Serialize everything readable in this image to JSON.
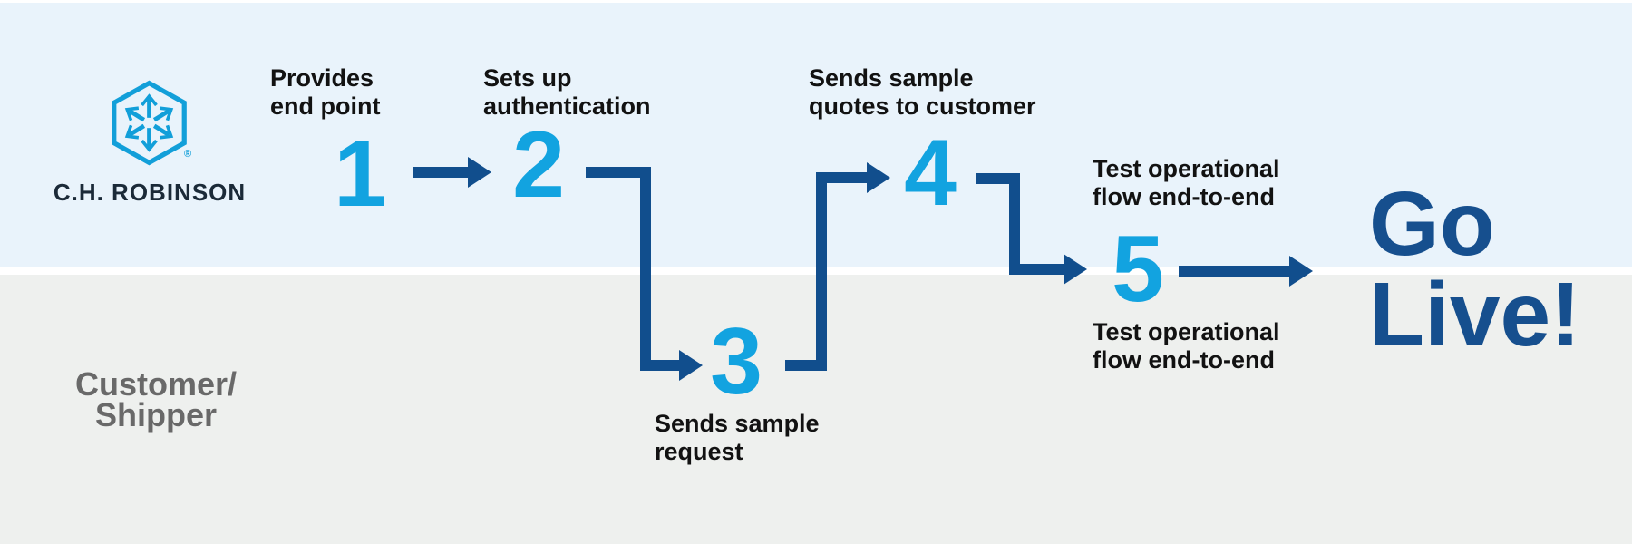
{
  "brand": {
    "wordmark": "C.H. ROBINSON",
    "registered_mark": "®"
  },
  "lanes": {
    "top": {
      "actor": "C.H. Robinson (logo)",
      "bg": "#e9f3fb"
    },
    "bottom": {
      "label_lines": [
        "Customer/",
        "Shipper"
      ],
      "bg": "#eef0ee"
    }
  },
  "steps": [
    {
      "number": "1",
      "lane": "top",
      "label": [
        "Provides",
        "end point"
      ]
    },
    {
      "number": "2",
      "lane": "top",
      "label": [
        "Sets up",
        "authentication"
      ]
    },
    {
      "number": "3",
      "lane": "bottom",
      "label": [
        "Sends sample",
        "request"
      ]
    },
    {
      "number": "4",
      "lane": "top",
      "label": [
        "Sends sample",
        "quotes to customer"
      ]
    },
    {
      "number": "5",
      "lane": "divider",
      "label_top": [
        "Test operational",
        "flow end-to-end"
      ],
      "label_bottom": [
        "Test operational",
        "flow end-to-end"
      ]
    }
  ],
  "finale": {
    "line1": "Go",
    "line2": "Live!"
  },
  "colors": {
    "lane_top_bg": "#e9f3fb",
    "lane_bottom_bg": "#eef0ee",
    "step_number_cyan": "#12a3e0",
    "arrow_navy": "#114e8d",
    "go_live_navy": "#164f8e",
    "wordmark_navy": "#1b2a38",
    "label_black": "#121212",
    "customer_gray": "#696969",
    "logo_blue": "#129fd9"
  }
}
